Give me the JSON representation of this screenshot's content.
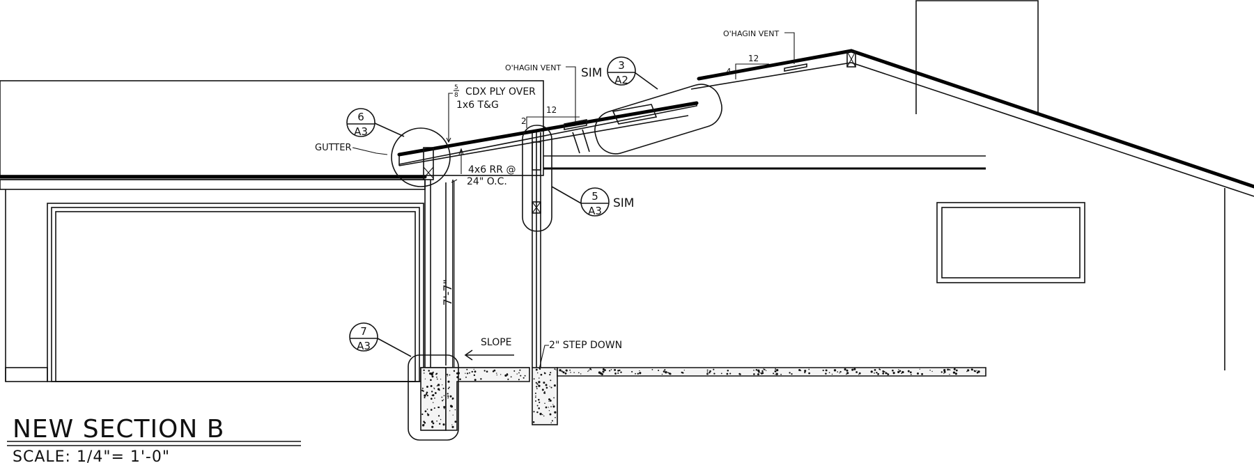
{
  "drawing": {
    "title": "NEW SECTION B",
    "scale": "SCALE: 1/4\"= 1'-0\""
  },
  "callouts": {
    "c6": {
      "num": "6",
      "sheet": "A3"
    },
    "c7": {
      "num": "7",
      "sheet": "A3"
    },
    "c5": {
      "num": "5",
      "sheet": "A3",
      "suffix": "SIM"
    },
    "c3": {
      "num": "3",
      "sheet": "A2",
      "prefix": "SIM"
    }
  },
  "notes": {
    "gutter": "GUTTER",
    "ply_fraction_top": "5",
    "ply_fraction_bottom": "8",
    "ply_line1": "CDX PLY OVER",
    "ply_line2": "1x6 T&G",
    "rafter_line1": "4x6 RR @",
    "rafter_line2": "24\" O.C.",
    "vent_left": "O'HAGIN VENT",
    "vent_right": "O'HAGIN VENT",
    "height_dim": "7'-7\"",
    "slope": "SLOPE",
    "step_down": "2\" STEP DOWN"
  },
  "pitch": {
    "left_run": "12",
    "left_rise": "2",
    "right_run": "12",
    "right_rise": "4"
  },
  "colors": {
    "line": "#111111",
    "background": "#ffffff"
  }
}
